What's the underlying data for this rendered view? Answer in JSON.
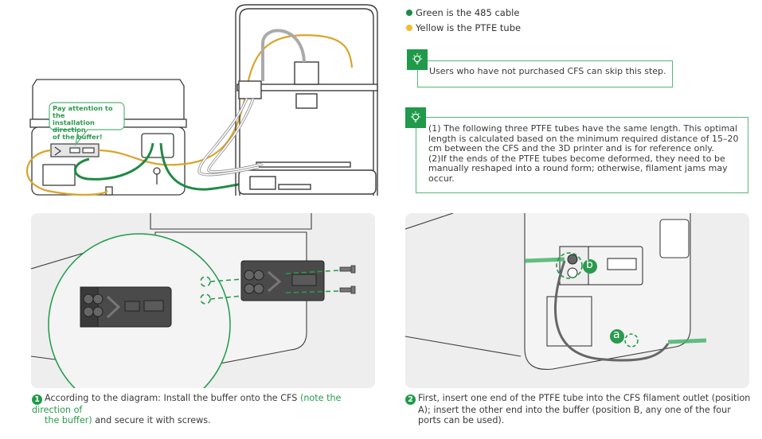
{
  "legend": {
    "items": [
      {
        "label": "Green is the 485 cable",
        "color": "#1f8a44"
      },
      {
        "label": "Yellow is the PTFE tube",
        "color": "#f0bd2c"
      }
    ]
  },
  "tips": [
    {
      "icon": "lightbulb-icon",
      "text": "Users who have not purchased CFS can skip this step."
    },
    {
      "icon": "lightbulb-icon",
      "lines": [
        "(1) The following three PTFE tubes have the same length. This optimal",
        "length is calculated based on the minimum required distance of 15–20",
        "cm between the CFS and the 3D printer and is for reference only.",
        "(2)If the ends of the PTFE tubes become deformed, they need to be",
        "manually reshaped into a round form; otherwise, filament jams may",
        "occur."
      ]
    }
  ],
  "overview": {
    "callout_lines": [
      "Pay attention to the",
      "installation direction",
      "of the buffer!"
    ]
  },
  "steps": [
    {
      "number": "1",
      "text_before": "According to the diagram: Install the buffer onto the CFS ",
      "highlight_part1": "(note the direction of",
      "highlight_part2": "the buffer)",
      "text_after": " and secure it with screws."
    },
    {
      "number": "2",
      "lines": [
        "First, insert one end of the PTFE tube into the CFS filament outlet (position",
        "A); insert the other end into the buffer (position B, any one of the four",
        "ports can be used)."
      ],
      "labels": {
        "a": "a",
        "b": "b"
      }
    }
  ],
  "colors": {
    "accent_green": "#1f9a4a",
    "cable_green": "#1f8a44",
    "ptfe_yellow": "#d9a52a",
    "panel_bg": "#edeeed"
  }
}
